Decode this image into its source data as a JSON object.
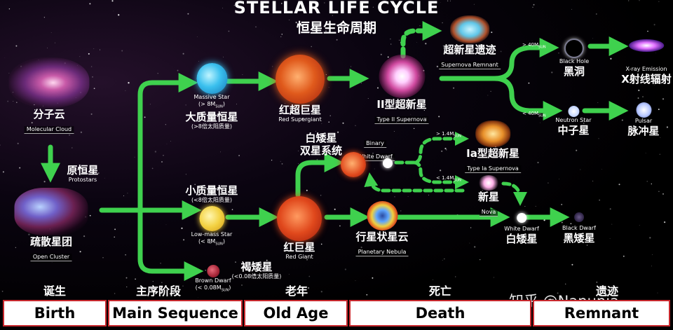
{
  "title_en": "STELLAR LIFE CYCLE",
  "title_zh": "恒星生命周期",
  "nodes": {
    "molecular_cloud": {
      "zh": "分子云",
      "en": "Molecular Cloud"
    },
    "protostar": {
      "zh": "原恒星",
      "en": "Protostars"
    },
    "open_cluster": {
      "zh": "疏散星团",
      "en": "Open Cluster"
    },
    "massive_star": {
      "zh": "大质量恒星",
      "en": "Massive Star",
      "mass": "(> 8M",
      "mass_sub": "SUN",
      "mass_end": ")",
      "note": "(>8倍太阳质量)"
    },
    "low_mass_star": {
      "zh": "小质量恒星",
      "en": "Low-mass Star",
      "mass": "(< 8M",
      "mass_sub": "SUN",
      "mass_end": ")",
      "note": "(<8倍太阳质量)"
    },
    "brown_dwarf": {
      "zh": "褐矮星",
      "en": "Brown Dwarf",
      "mass": "(< 0.08M",
      "mass_sub": "SUN",
      "mass_end": ")",
      "note": "(<0.08倍太阳质量)"
    },
    "red_supergiant": {
      "zh": "红超巨星",
      "en": "Red Supergiant"
    },
    "red_giant": {
      "zh": "红巨星",
      "en": "Red Giant"
    },
    "type2_supernova": {
      "zh": "II型超新星",
      "en": "Type II Supernova"
    },
    "supernova_remnant": {
      "zh": "超新星遗迹",
      "en": "Supernova Remnant"
    },
    "binary_white_dwarf": {
      "zh1": "白矮星",
      "zh2": "双星系统",
      "en1": "Binary",
      "en2": "White Dwarf"
    },
    "type1a_supernova": {
      "zh": "Ia型超新星",
      "en": "Type Ia Supernova"
    },
    "nova": {
      "zh": "新星",
      "en": "Nova"
    },
    "planetary_nebula": {
      "zh": "行星状星云",
      "en": "Planetary Nebula"
    },
    "black_hole": {
      "zh": "黑洞",
      "en": "Black Hole"
    },
    "neutron_star": {
      "zh": "中子星",
      "en": "Neutron Star"
    },
    "xray": {
      "zh": "X射线辐射",
      "en": "X-ray Emission"
    },
    "pulsar": {
      "zh": "脉冲星",
      "en": "Pulsar"
    },
    "white_dwarf": {
      "zh": "白矮星",
      "en": "White Dwarf"
    },
    "black_dwarf": {
      "zh": "黑矮星",
      "en": "Black Dwarf"
    }
  },
  "mass_ranges": {
    "bh": "> 40M",
    "ns": "< 40M",
    "ia": "> 1.4M",
    "nova": "< 1.4M",
    "sub": "SUN"
  },
  "stages_zh": [
    "诞生",
    "主序阶段",
    "老年",
    "死亡",
    "遗迹"
  ],
  "stages_en": [
    "Birth",
    "Main Sequence",
    "Old Age",
    "Death",
    "Remnant"
  ],
  "watermark": "知乎 @Napunja",
  "colors": {
    "arrow": "#3fd14e",
    "band_border": "#c8282d"
  }
}
